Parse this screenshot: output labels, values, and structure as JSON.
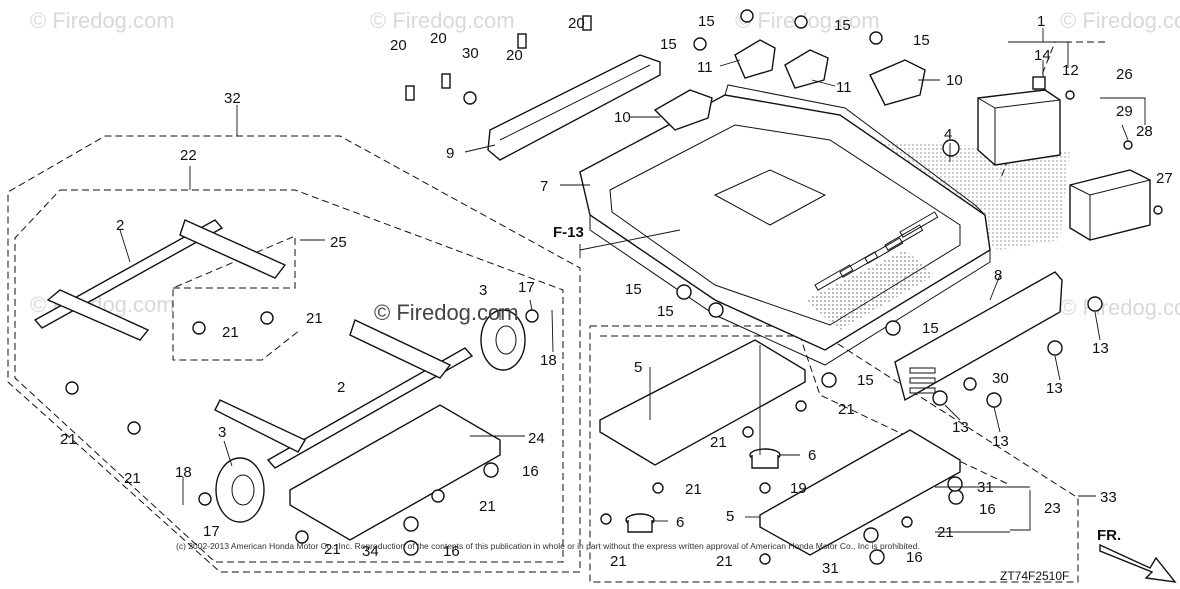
{
  "watermarks": {
    "main": "© Firedog.com",
    "faint": "© Firedog.com"
  },
  "copyright": "(c) 2002-2013 American Honda Motor Co., Inc. Reproduction of the contents of this publication in whole or in part without the express written approval of American Honda Motor Co., Inc is prohibited.",
  "diagram_code": "ZT74F2510F",
  "section_ref": "F-13",
  "direction_label": "FR.",
  "callouts": {
    "c1": "1",
    "c2a": "2",
    "c2b": "2",
    "c3a": "3",
    "c3b": "3",
    "c4": "4",
    "c5a": "5",
    "c5b": "5",
    "c6a": "6",
    "c6b": "6",
    "c7": "7",
    "c8": "8",
    "c9": "9",
    "c10a": "10",
    "c10b": "10",
    "c11a": "11",
    "c11b": "11",
    "c12": "12",
    "c13a": "13",
    "c13b": "13",
    "c13c": "13",
    "c13d": "13",
    "c14": "14",
    "c15a": "15",
    "c15b": "15",
    "c15c": "15",
    "c15d": "15",
    "c15e": "15",
    "c15f": "15",
    "c15g": "15",
    "c15h": "15",
    "c16a": "16",
    "c16b": "16",
    "c16c": "16",
    "c16d": "16",
    "c17a": "17",
    "c17b": "17",
    "c18a": "18",
    "c18b": "18",
    "c19": "19",
    "c20a": "20",
    "c20b": "20",
    "c20c": "20",
    "c20d": "20",
    "c21a": "21",
    "c21b": "21",
    "c21c": "21",
    "c21d": "21",
    "c21e": "21",
    "c21f": "21",
    "c21g": "21",
    "c21h": "21",
    "c21i": "21",
    "c21j": "21",
    "c21k": "21",
    "c21l": "21",
    "c22": "22",
    "c23": "23",
    "c24": "24",
    "c25": "25",
    "c26": "26",
    "c27": "27",
    "c28": "28",
    "c29": "29",
    "c30a": "30",
    "c30b": "30",
    "c31a": "31",
    "c31b": "31",
    "c32": "32",
    "c33": "33",
    "c34": "34"
  }
}
